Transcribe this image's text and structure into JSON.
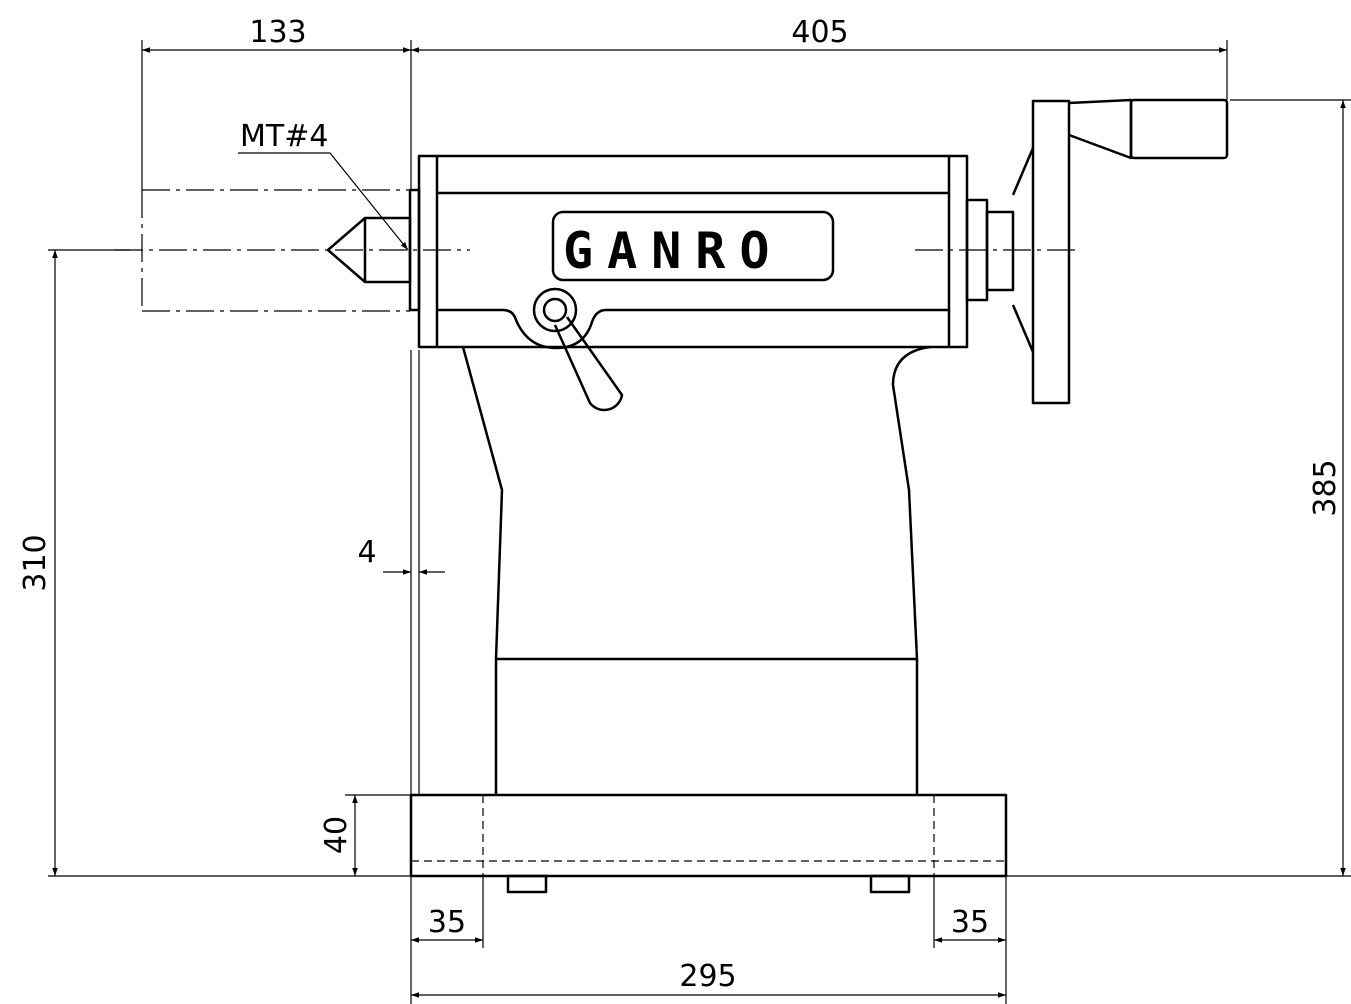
{
  "drawing": {
    "brand_label": "GANRO",
    "taper_label": "MT#4",
    "dimensions": {
      "spindle_extension": "133",
      "overall_length": "405",
      "center_height": "310",
      "overall_height": "385",
      "body_offset": "4",
      "base_height": "40",
      "slot_left": "35",
      "slot_right": "35",
      "base_width": "295"
    }
  }
}
